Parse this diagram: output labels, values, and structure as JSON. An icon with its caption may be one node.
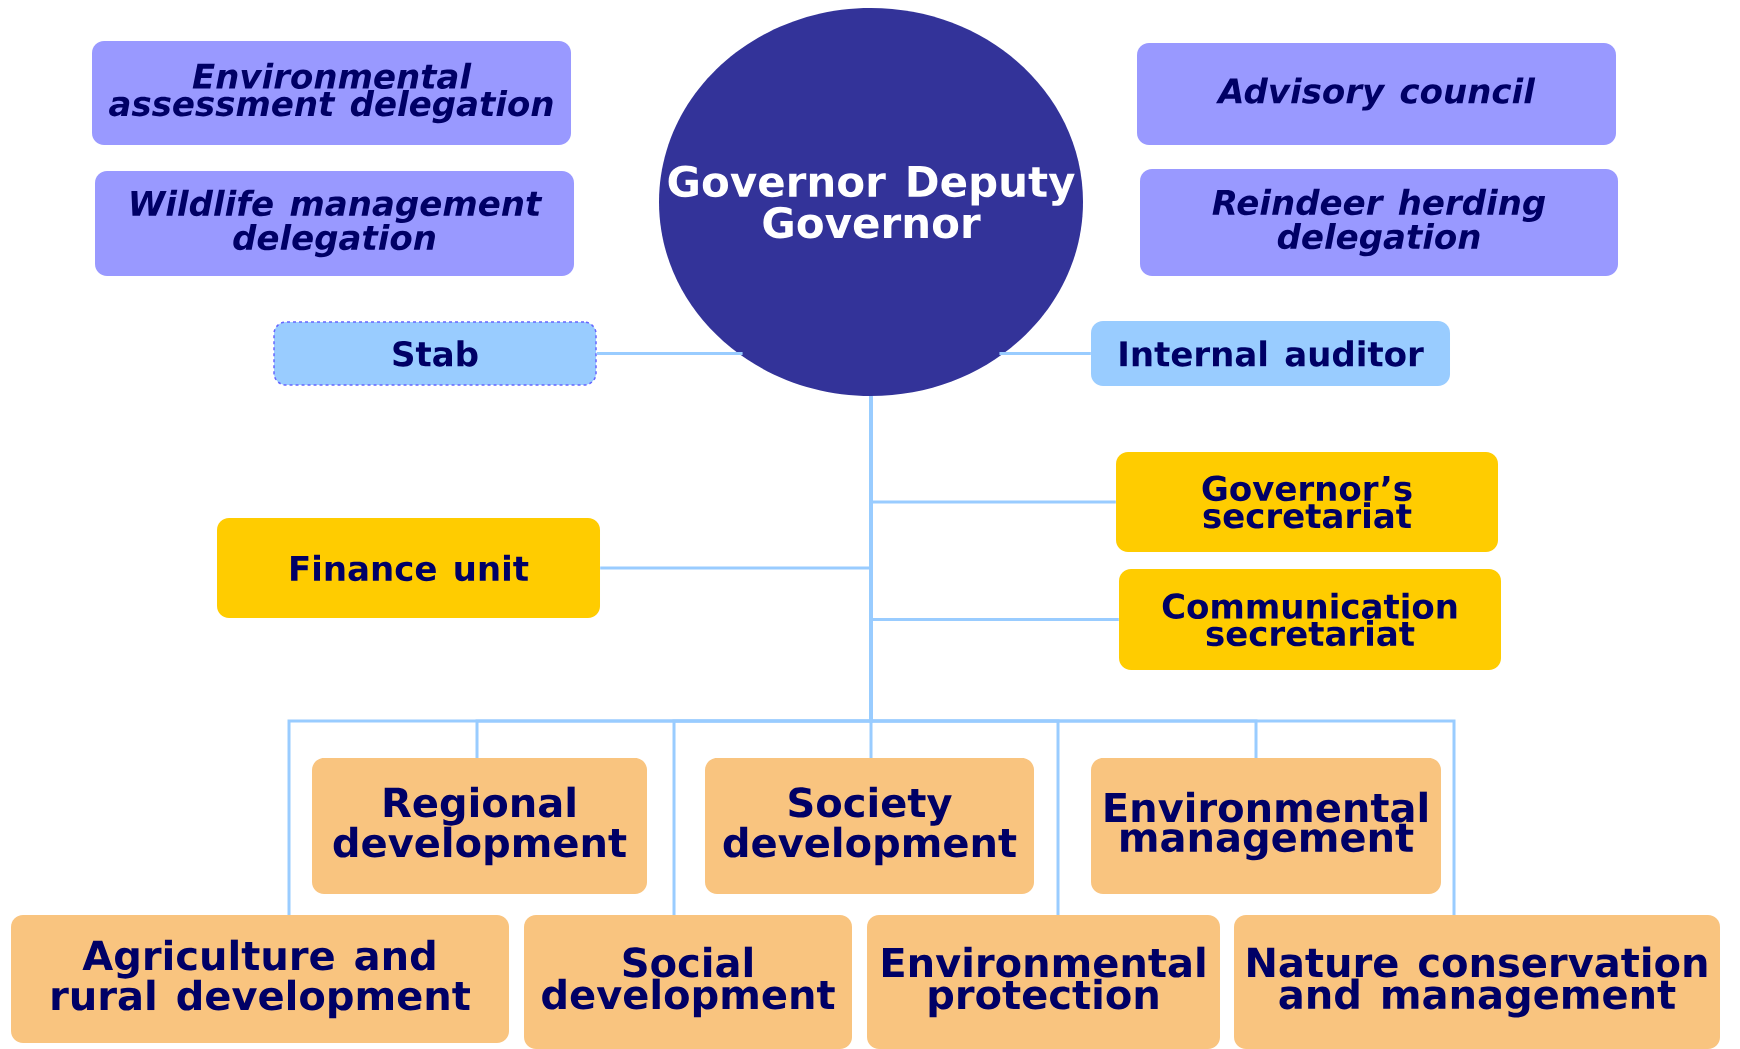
{
  "diagram": {
    "nodes": [
      {
        "text": [
          "Governor Deputy Governor"
        ]
      },
      {
        "text": [
          "Environmental assessment delegation"
        ]
      },
      {
        "text": [
          "Wildlife management delegation"
        ]
      },
      {
        "text": [
          "Advisory council"
        ]
      },
      {
        "text": [
          "Reindeer herding delegation"
        ]
      },
      {
        "text": [
          "Stab"
        ]
      },
      {
        "text": [
          "Internal auditor"
        ]
      },
      {
        "text": [
          "Governor’s secretariat"
        ]
      },
      {
        "text": [
          "Finance unit"
        ]
      },
      {
        "text": [
          "Communication secretariat"
        ]
      },
      {
        "text": [
          "Regional development"
        ]
      },
      {
        "text": [
          "Society development"
        ]
      },
      {
        "text": [
          "Environmental management"
        ]
      },
      {
        "text": [
          "Agriculture and rural development"
        ]
      },
      {
        "text": [
          "Social development"
        ]
      },
      {
        "text": [
          "Environmental protection"
        ]
      },
      {
        "text": [
          "Nature conservation and management"
        ]
      }
    ],
    "edges": [
      {
        "from": 0,
        "to": 5,
        "arrow": "none"
      },
      {
        "from": 0,
        "to": 6,
        "arrow": "none"
      },
      {
        "from": 0,
        "to": 7,
        "arrow": "none"
      },
      {
        "from": 0,
        "to": 8,
        "arrow": "none"
      },
      {
        "from": 0,
        "to": 9,
        "arrow": "none"
      },
      {
        "from": 0,
        "to": 10,
        "arrow": "none"
      },
      {
        "from": 0,
        "to": 11,
        "arrow": "none"
      },
      {
        "from": 0,
        "to": 12,
        "arrow": "none"
      },
      {
        "from": 0,
        "to": 13,
        "arrow": "none"
      },
      {
        "from": 0,
        "to": 14,
        "arrow": "none"
      },
      {
        "from": 0,
        "to": 15,
        "arrow": "none"
      },
      {
        "from": 0,
        "to": 16,
        "arrow": "none"
      }
    ]
  }
}
